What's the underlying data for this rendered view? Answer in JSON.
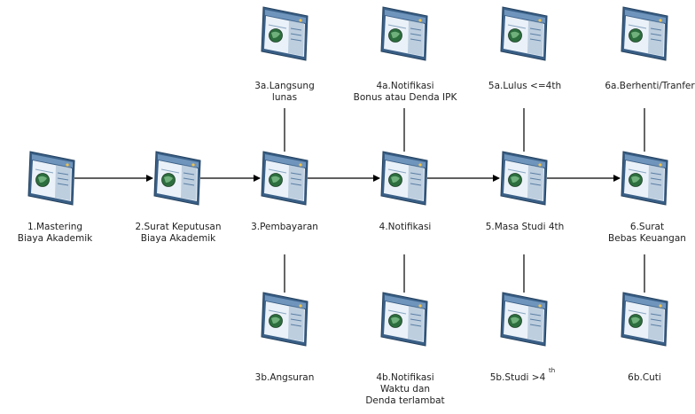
{
  "nodes": [
    {
      "id": "n1",
      "label": "1.Mastering\nBiaya Akademik",
      "icon": "browser-window-icon"
    },
    {
      "id": "n2",
      "label": "2.Surat Keputusan\nBiaya Akademik",
      "icon": "browser-window-icon"
    },
    {
      "id": "n3",
      "label": "3.Pembayaran",
      "icon": "browser-window-icon"
    },
    {
      "id": "n3a",
      "label": "3a.Langsung\nlunas",
      "icon": "browser-window-icon"
    },
    {
      "id": "n3b",
      "label": "3b.Angsuran",
      "icon": "browser-window-icon"
    },
    {
      "id": "n4",
      "label": "4.Notifikasi",
      "icon": "browser-window-icon"
    },
    {
      "id": "n4a",
      "label": "4a.Notifikasi\nBonus atau Denda IPK",
      "icon": "browser-window-icon"
    },
    {
      "id": "n4b",
      "label": "4b.Notifikasi\nWaktu dan\nDenda terlambat",
      "icon": "browser-window-icon"
    },
    {
      "id": "n5",
      "label": "5.Masa Studi 4th",
      "icon": "browser-window-icon"
    },
    {
      "id": "n5a",
      "label": "5a.Lulus <=4th",
      "icon": "browser-window-icon"
    },
    {
      "id": "n5b",
      "label": "5b.Studi >4",
      "superscript": "th",
      "icon": "browser-window-icon"
    },
    {
      "id": "n6",
      "label": "6.Surat\nBebas Keuangan",
      "icon": "browser-window-icon"
    },
    {
      "id": "n6a",
      "label": "6a.Berhenti/Tranfer",
      "icon": "browser-window-icon"
    },
    {
      "id": "n6b",
      "label": "6b.Cuti",
      "icon": "browser-window-icon"
    }
  ],
  "edges": [
    {
      "from": "n1",
      "to": "n2",
      "arrow": true
    },
    {
      "from": "n2",
      "to": "n3",
      "arrow": true
    },
    {
      "from": "n3",
      "to": "n4",
      "arrow": true
    },
    {
      "from": "n4",
      "to": "n5",
      "arrow": true
    },
    {
      "from": "n5",
      "to": "n6",
      "arrow": true
    },
    {
      "from": "n3",
      "to": "n3a",
      "arrow": false
    },
    {
      "from": "n3",
      "to": "n3b",
      "arrow": false
    },
    {
      "from": "n4",
      "to": "n4a",
      "arrow": false
    },
    {
      "from": "n4",
      "to": "n4b",
      "arrow": false
    },
    {
      "from": "n5",
      "to": "n5a",
      "arrow": false
    },
    {
      "from": "n5",
      "to": "n5b",
      "arrow": false
    },
    {
      "from": "n6",
      "to": "n6a",
      "arrow": false
    },
    {
      "from": "n6",
      "to": "n6b",
      "arrow": false
    }
  ],
  "colors": {
    "line": "#000000",
    "window_frame": "#3a5f86",
    "window_titlebar": "#6f95bd",
    "window_body": "#eaf1f8",
    "window_side": "#9fb7cf",
    "globe": "#2d6e3e"
  }
}
